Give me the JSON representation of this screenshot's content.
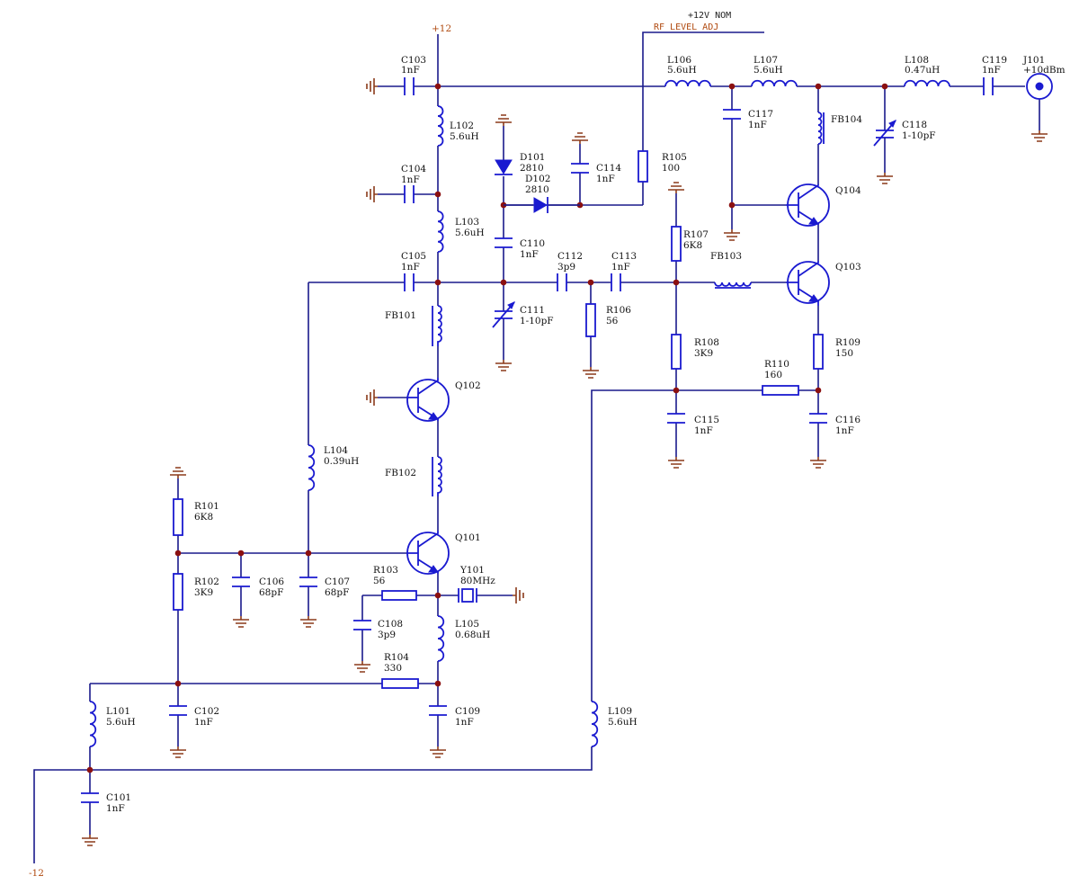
{
  "rails": {
    "pos": "+12",
    "neg": "-12",
    "ctrl_top": "+12V NOM",
    "ctrl": "RF LEVEL ADJ"
  },
  "connector": {
    "ref": "J101",
    "value": "+10dBm"
  },
  "components": {
    "C101": {
      "ref": "C101",
      "value": "1nF"
    },
    "C102": {
      "ref": "C102",
      "value": "1nF"
    },
    "C103": {
      "ref": "C103",
      "value": "1nF"
    },
    "C104": {
      "ref": "C104",
      "value": "1nF"
    },
    "C105": {
      "ref": "C105",
      "value": "1nF"
    },
    "C106": {
      "ref": "C106",
      "value": "68pF"
    },
    "C107": {
      "ref": "C107",
      "value": "68pF"
    },
    "C108": {
      "ref": "C108",
      "value": "3p9"
    },
    "C109": {
      "ref": "C109",
      "value": "1nF"
    },
    "C110": {
      "ref": "C110",
      "value": "1nF"
    },
    "C111": {
      "ref": "C111",
      "value": "1-10pF"
    },
    "C112": {
      "ref": "C112",
      "value": "3p9"
    },
    "C113": {
      "ref": "C113",
      "value": "1nF"
    },
    "C114": {
      "ref": "C114",
      "value": "1nF"
    },
    "C115": {
      "ref": "C115",
      "value": "1nF"
    },
    "C116": {
      "ref": "C116",
      "value": "1nF"
    },
    "C117": {
      "ref": "C117",
      "value": "1nF"
    },
    "C118": {
      "ref": "C118",
      "value": "1-10pF"
    },
    "C119": {
      "ref": "C119",
      "value": "1nF"
    },
    "L101": {
      "ref": "L101",
      "value": "5.6uH"
    },
    "L102": {
      "ref": "L102",
      "value": "5.6uH"
    },
    "L103": {
      "ref": "L103",
      "value": "5.6uH"
    },
    "L104": {
      "ref": "L104",
      "value": "0.39uH"
    },
    "L105": {
      "ref": "L105",
      "value": "0.68uH"
    },
    "L106": {
      "ref": "L106",
      "value": "5.6uH"
    },
    "L107": {
      "ref": "L107",
      "value": "5.6uH"
    },
    "L108": {
      "ref": "L108",
      "value": "0.47uH"
    },
    "L109": {
      "ref": "L109",
      "value": "5.6uH"
    },
    "R101": {
      "ref": "R101",
      "value": "6K8"
    },
    "R102": {
      "ref": "R102",
      "value": "3K9"
    },
    "R103": {
      "ref": "R103",
      "value": "56"
    },
    "R104": {
      "ref": "R104",
      "value": "330"
    },
    "R105": {
      "ref": "R105",
      "value": "100"
    },
    "R106": {
      "ref": "R106",
      "value": "56"
    },
    "R107": {
      "ref": "R107",
      "value": "6K8"
    },
    "R108": {
      "ref": "R108",
      "value": "3K9"
    },
    "R109": {
      "ref": "R109",
      "value": "150"
    },
    "R110": {
      "ref": "R110",
      "value": "160"
    },
    "D101": {
      "ref": "D101",
      "value": "2810"
    },
    "D102": {
      "ref": "D102",
      "value": "2810"
    },
    "Y101": {
      "ref": "Y101",
      "value": "80MHz"
    },
    "FB101": {
      "ref": "FB101"
    },
    "FB102": {
      "ref": "FB102"
    },
    "FB103": {
      "ref": "FB103"
    },
    "FB104": {
      "ref": "FB104"
    },
    "Q101": {
      "ref": "Q101"
    },
    "Q102": {
      "ref": "Q102"
    },
    "Q103": {
      "ref": "Q103"
    },
    "Q104": {
      "ref": "Q104"
    }
  }
}
